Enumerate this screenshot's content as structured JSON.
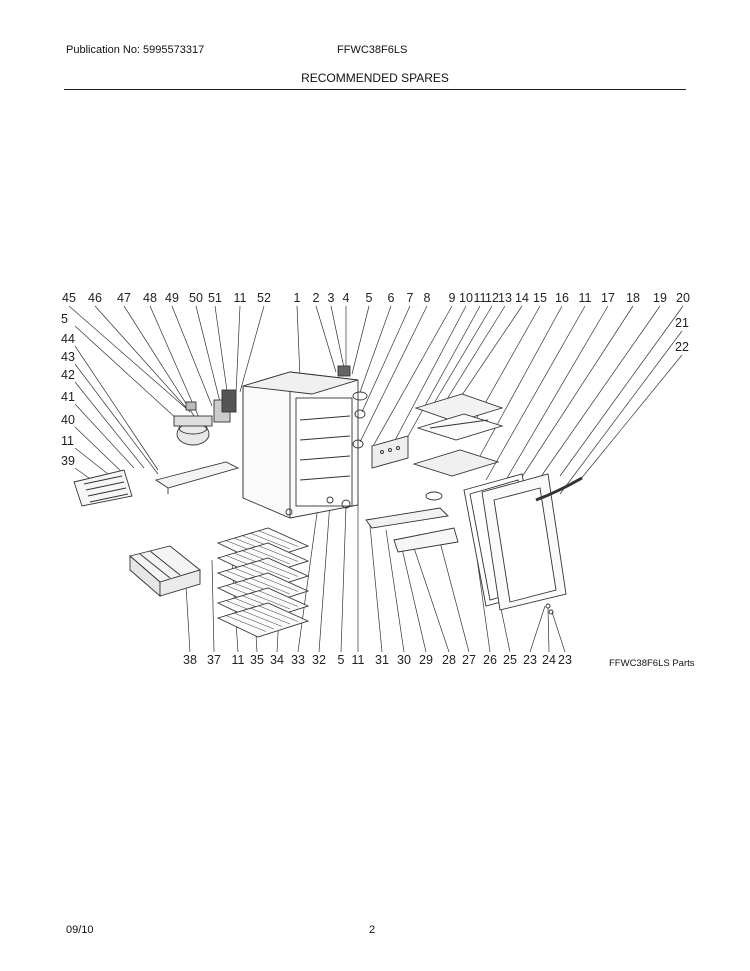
{
  "header": {
    "publication": "Publication No: 5995573317",
    "model": "FFWC38F6LS",
    "section_title": "RECOMMENDED SPARES"
  },
  "diagram": {
    "caption": "FFWC38F6LS Parts",
    "callouts_top": [
      "45",
      "46",
      "47",
      "48",
      "49",
      "50",
      "51",
      "11",
      "52",
      "1",
      "2",
      "3",
      "4",
      "5",
      "6",
      "7",
      "8",
      "9",
      "10",
      "11",
      "12",
      "13",
      "14",
      "15",
      "16",
      "11",
      "17",
      "18",
      "19",
      "20"
    ],
    "callouts_right": [
      "21",
      "22"
    ],
    "callouts_left": [
      "5",
      "44",
      "43",
      "42",
      "41",
      "40",
      "11",
      "39"
    ],
    "callouts_bottom": [
      "38",
      "37",
      "11",
      "35",
      "34",
      "33",
      "32",
      "5",
      "11",
      "31",
      "30",
      "29",
      "28",
      "27",
      "26",
      "25",
      "23",
      "24",
      "23"
    ]
  },
  "footer": {
    "date": "09/10",
    "page": "2"
  }
}
